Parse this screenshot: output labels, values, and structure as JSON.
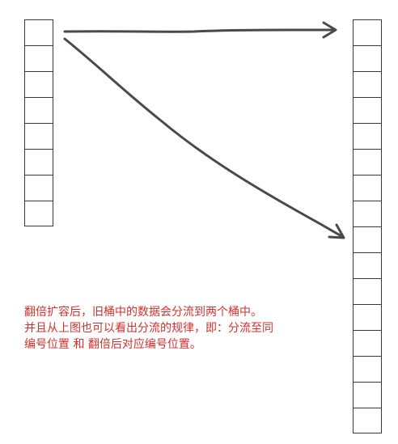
{
  "diagram": {
    "old_table": {
      "bucket_count": 8
    },
    "new_table": {
      "bucket_count": 16
    },
    "arrows": [
      {
        "from_bucket": 0,
        "to_bucket": 0,
        "to_table": "new"
      },
      {
        "from_bucket": 0,
        "to_bucket": 8,
        "to_table": "new"
      }
    ],
    "note": {
      "color": "#d0312d",
      "lines": [
        "翻倍扩容后，旧桶中的数据会分流到两个桶中。",
        "并且从上图也可以看出分流的规律，即：分流至同",
        "编号位置 和 翻倍后对应编号位置。"
      ]
    }
  }
}
